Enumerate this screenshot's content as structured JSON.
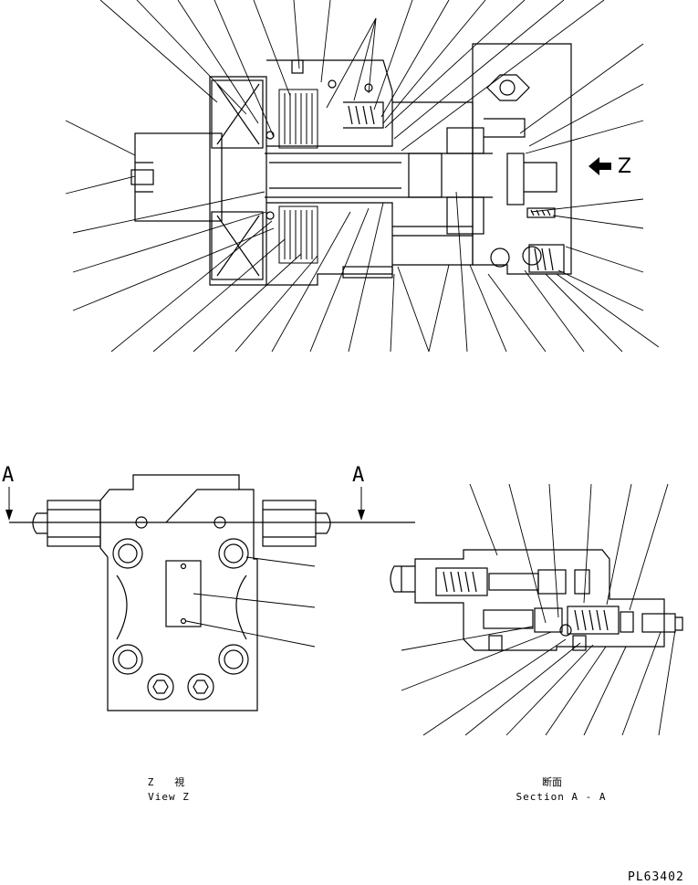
{
  "view_z": {
    "title_jp": "Z　視",
    "title_en": "View Z"
  },
  "section_aa": {
    "title_jp": "断面",
    "title_en": "Section A - A"
  },
  "arrow_z_label": "Z",
  "section_mark_left": "A",
  "section_mark_right": "A",
  "drawing_number": "PL63402"
}
